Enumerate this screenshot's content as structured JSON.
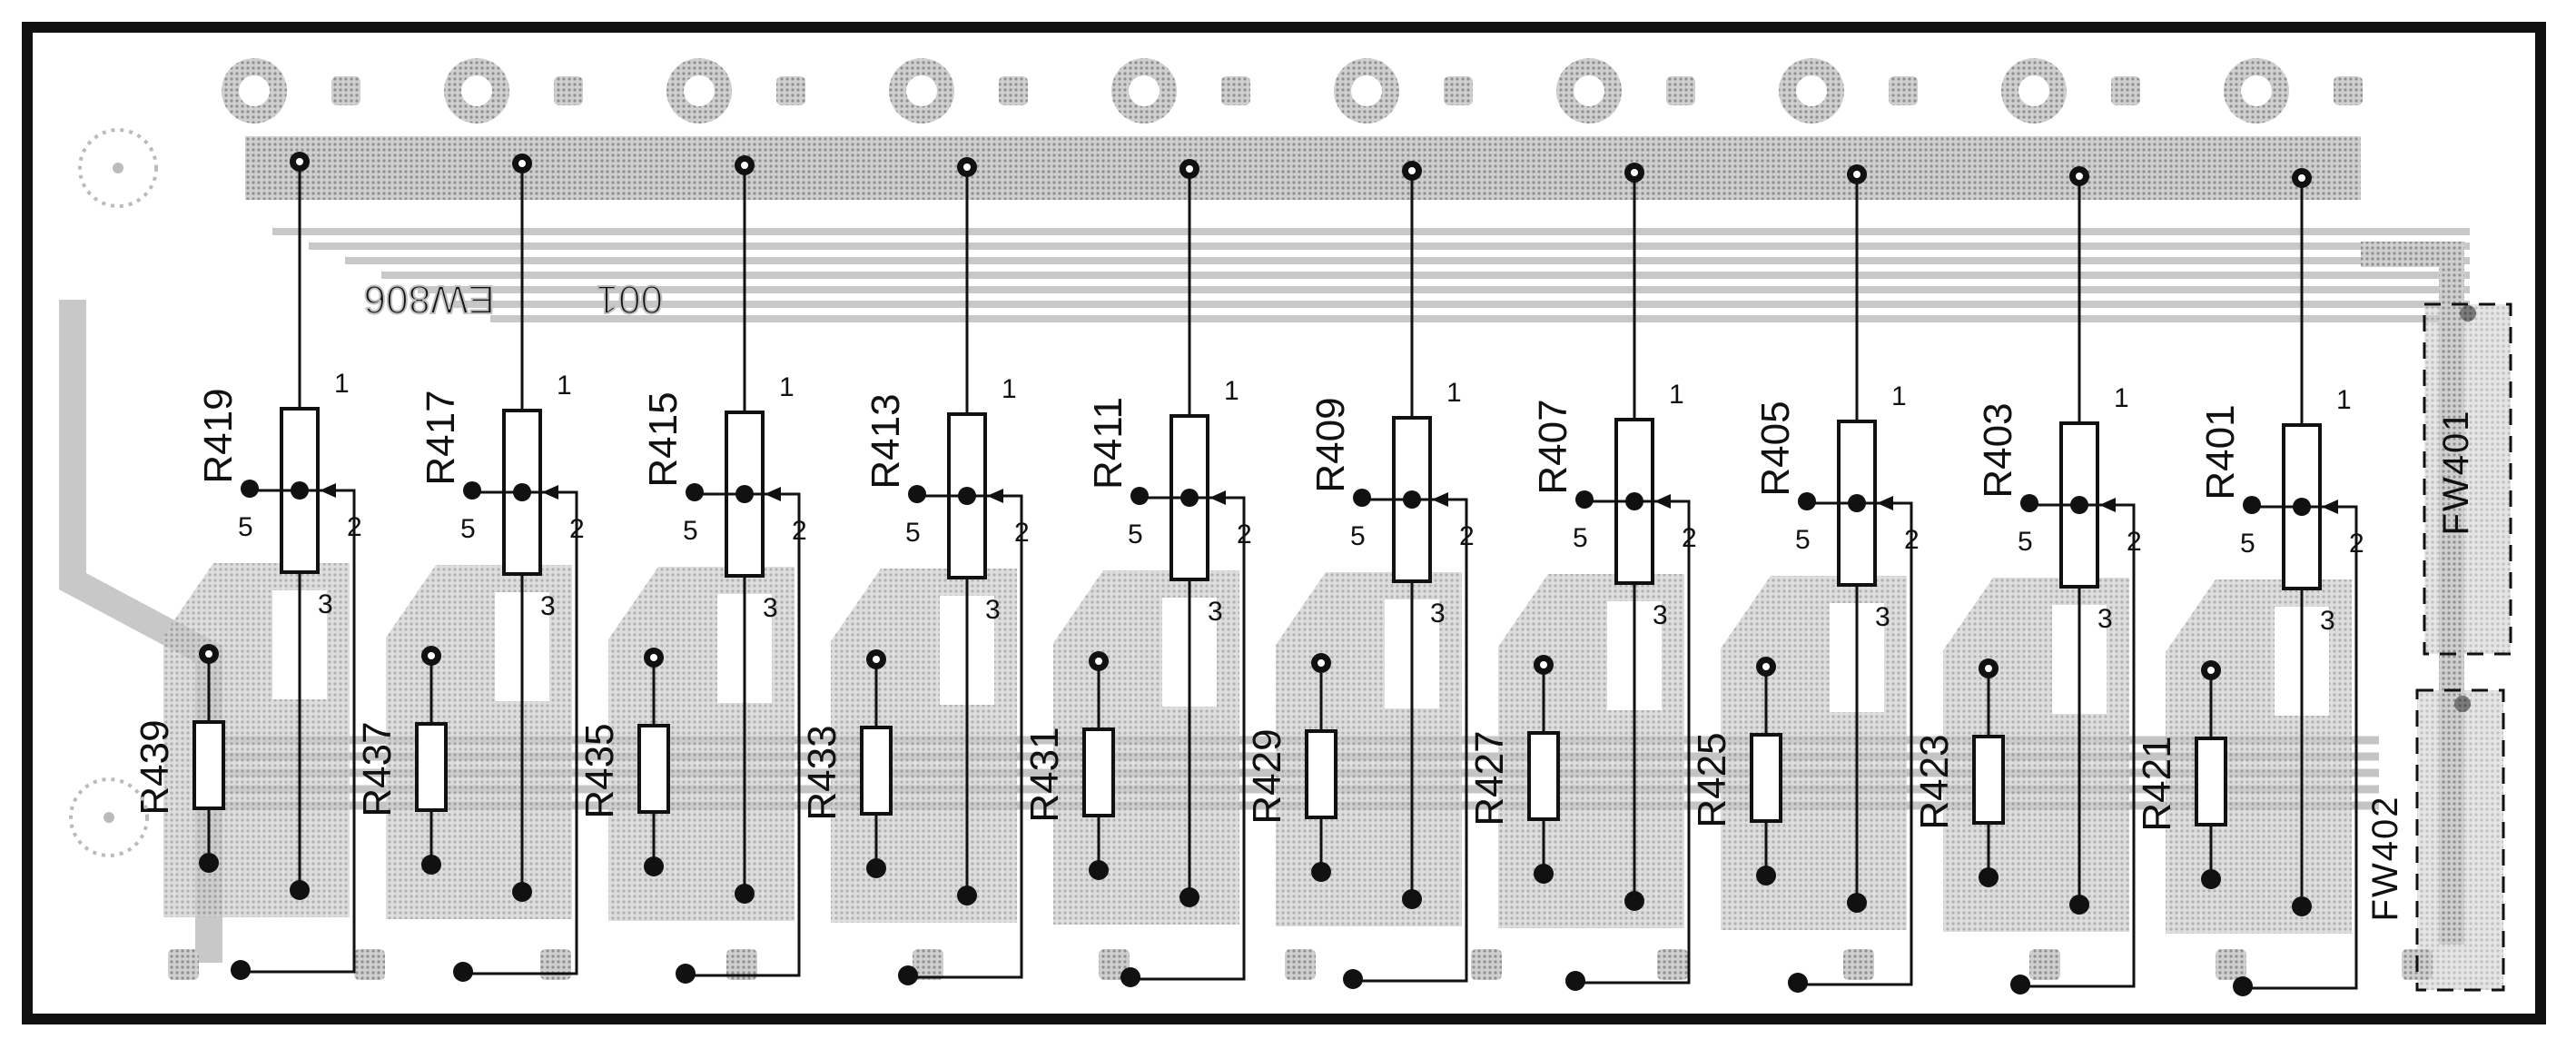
{
  "colors": {
    "ink": "#111111",
    "copper": "#bdbdbd",
    "copper_dark": "#9c9c9c",
    "paper": "#ffffff"
  },
  "trimmers": [
    {
      "ref": "R419",
      "pin1": "1",
      "pin2": "2",
      "pin3": "3",
      "pin5": "5"
    },
    {
      "ref": "R417",
      "pin1": "1",
      "pin2": "2",
      "pin3": "3",
      "pin5": "5"
    },
    {
      "ref": "R415",
      "pin1": "1",
      "pin2": "2",
      "pin3": "3",
      "pin5": "5"
    },
    {
      "ref": "R413",
      "pin1": "1",
      "pin2": "2",
      "pin3": "3",
      "pin5": "5"
    },
    {
      "ref": "R411",
      "pin1": "1",
      "pin2": "2",
      "pin3": "3",
      "pin5": "5"
    },
    {
      "ref": "R409",
      "pin1": "1",
      "pin2": "2",
      "pin3": "3",
      "pin5": "5"
    },
    {
      "ref": "R407",
      "pin1": "1",
      "pin2": "2",
      "pin3": "3",
      "pin5": "5"
    },
    {
      "ref": "R405",
      "pin1": "1",
      "pin2": "2",
      "pin3": "3",
      "pin5": "5"
    },
    {
      "ref": "R403",
      "pin1": "1",
      "pin2": "2",
      "pin3": "3",
      "pin5": "5"
    },
    {
      "ref": "R401",
      "pin1": "1",
      "pin2": "2",
      "pin3": "3",
      "pin5": "5"
    }
  ],
  "resistors": [
    "R439",
    "R437",
    "R435",
    "R433",
    "R431",
    "R429",
    "R427",
    "R425",
    "R423",
    "R421"
  ],
  "connectors": [
    "FW401",
    "FW402"
  ],
  "silk_text": [
    "EW806",
    "001"
  ]
}
